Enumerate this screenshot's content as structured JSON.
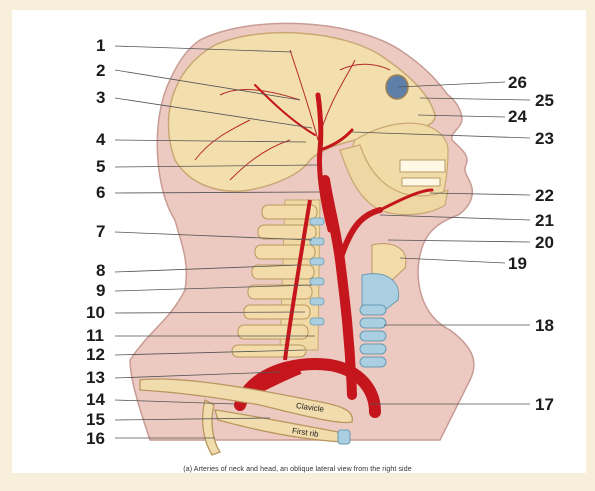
{
  "labels": {
    "l1": "1",
    "l2": "2",
    "l3": "3",
    "l4": "4",
    "l5": "5",
    "l6": "6",
    "l7": "7",
    "l8": "8",
    "l9": "9",
    "l10": "10",
    "l11": "11",
    "l12": "12",
    "l13": "13",
    "l14": "14",
    "l15": "15",
    "l16": "16",
    "l17": "17",
    "l18": "18",
    "l19": "19",
    "l20": "20",
    "l21": "21",
    "l22": "22",
    "l23": "23",
    "l24": "24",
    "l25": "25",
    "l26": "26"
  },
  "bone_labels": {
    "clavicle": "Clavicle",
    "first_rib": "First rib"
  },
  "caption": "(a) Arteries of neck and head, an oblique lateral view from the right side",
  "colors": {
    "artery": "#c4161c",
    "skin": "#e9c4bc",
    "bone": "#f1dcae",
    "cartilage": "#a9cfe0"
  }
}
